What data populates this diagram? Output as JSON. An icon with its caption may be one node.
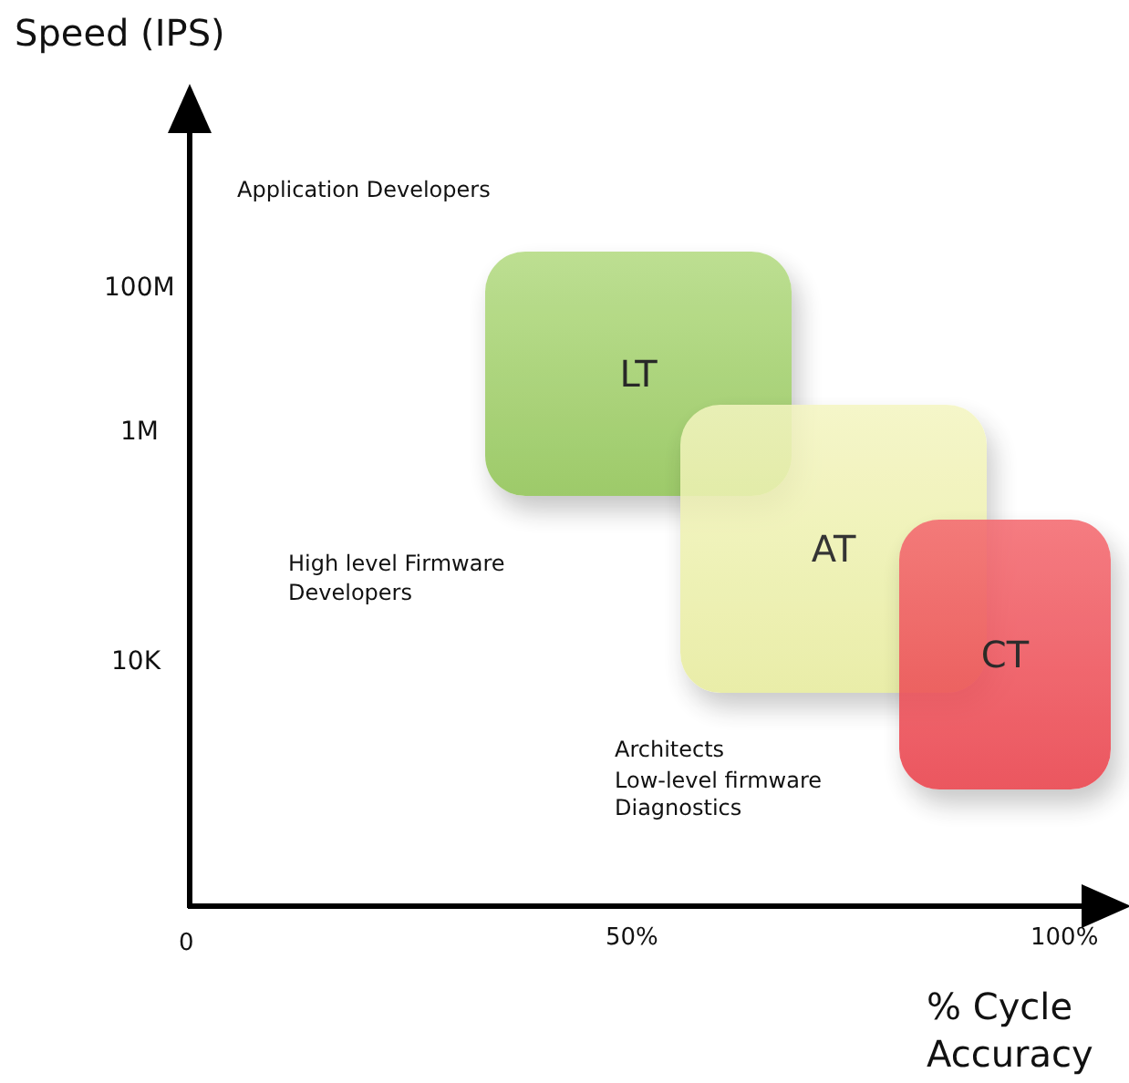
{
  "diagram": {
    "nodes": [
      {
        "text": [
          "LT"
        ]
      },
      {
        "text": [
          "AT"
        ]
      },
      {
        "text": [
          "CT"
        ]
      }
    ],
    "labels": [
      "Speed (IPS)",
      "Application Developers",
      "100M",
      "1M",
      "High level Firmware Developers",
      "10K",
      "Architects",
      "Low-level firmware",
      "Diagnostics",
      "0",
      "50%",
      "100%",
      "% Cycle Accuracy"
    ]
  }
}
